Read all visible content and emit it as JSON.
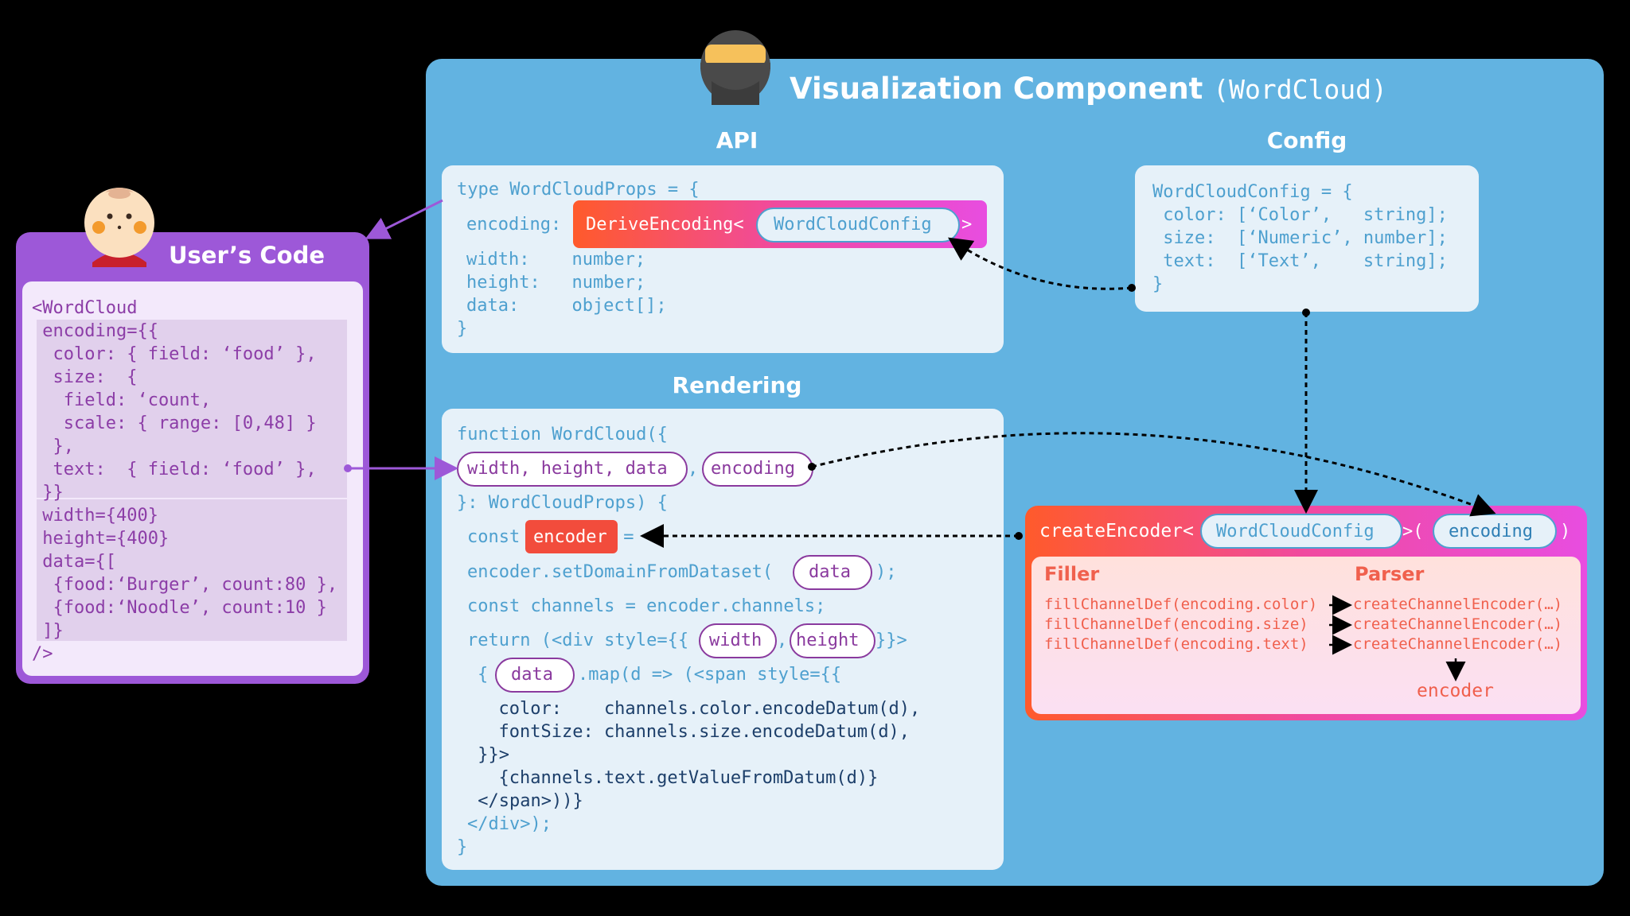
{
  "component": {
    "title": "Visualization Component",
    "title_sub": "(WordCloud)",
    "api_title": "API",
    "config_title": "Config",
    "rendering_title": "Rendering"
  },
  "api_code": {
    "l1": "type WordCloudProps = {",
    "encoding_label": "encoding:",
    "derive": "DeriveEncoding<",
    "derive_arg": "WordCloudConfig",
    "derive_close": ">",
    "l3": "width:    number;",
    "l4": "height:   number;",
    "l5": "data:     object[];",
    "l6": "}"
  },
  "config_code": {
    "l1": "WordCloudConfig = {",
    "l2": " color: [‘Color’,   string];",
    "l3": " size:  [‘Numeric’, number];",
    "l4": " text:  [‘Text’,    string];",
    "l5": "}"
  },
  "render_code": {
    "l1": "function WordCloud({",
    "l2_p1": "width, height, data",
    "l2_comma": ",",
    "l2_p2": "encoding",
    "l3": "}: WordCloudProps) {",
    "l4_const": "const",
    "l4_encoder": "encoder",
    "l4_eq": " =",
    "l5_a": "encoder.setDomainFromDataset(",
    "l5_data": "data",
    "l5_b": ");",
    "l6": "const channels = encoder.channels;",
    "l7_a": "return (<div style={{",
    "l7_w": "width",
    "l7_comma": ",",
    "l7_h": "height",
    "l7_b": "}}>",
    "l8_a": "{",
    "l8_data": "data",
    "l8_b": ".map(d => (<span style={{",
    "l9": "  color:    channels.color.encodeDatum(d),",
    "l10": "  fontSize: channels.size.encodeDatum(d),",
    "l11": " }}>",
    "l12": "  {channels.text.getValueFromDatum(d)}",
    "l13": " </span>))}",
    "l14": "</div>);",
    "l15": "}"
  },
  "user": {
    "title": "User’s Code",
    "lines": [
      "<WordCloud",
      " encoding={{",
      "  color: { field: ‘food’ },",
      "  size:  {",
      "   field: ‘count,",
      "   scale: { range: [0,48] }",
      "  },",
      "  text:  { field: ‘food’ },",
      " }}",
      " width={400}",
      " height={400}",
      " data={[",
      "  {food:‘Burger’, count:80 },",
      "  {food:‘Noodle’, count:10 }",
      " ]}",
      "/>"
    ]
  },
  "encoder_box": {
    "head_a": "createEncoder<",
    "head_config": "WordCloudConfig",
    "head_b": ">(",
    "head_encoding": "encoding",
    "head_c": ")",
    "filler_title": "Filler",
    "parser_title": "Parser",
    "filler_lines": [
      "fillChannelDef(encoding.color)",
      "fillChannelDef(encoding.size)",
      "fillChannelDef(encoding.text)"
    ],
    "parser_lines": [
      "createChannelEncoder(…)",
      "createChannelEncoder(…)",
      "createChannelEncoder(…)"
    ],
    "output": "encoder"
  },
  "colors": {
    "panel_blue": "#62b3e1",
    "user_purple": "#9d58d8",
    "encoder_orange": "#ff5a2b",
    "encoder_pink": "#e84de0"
  }
}
